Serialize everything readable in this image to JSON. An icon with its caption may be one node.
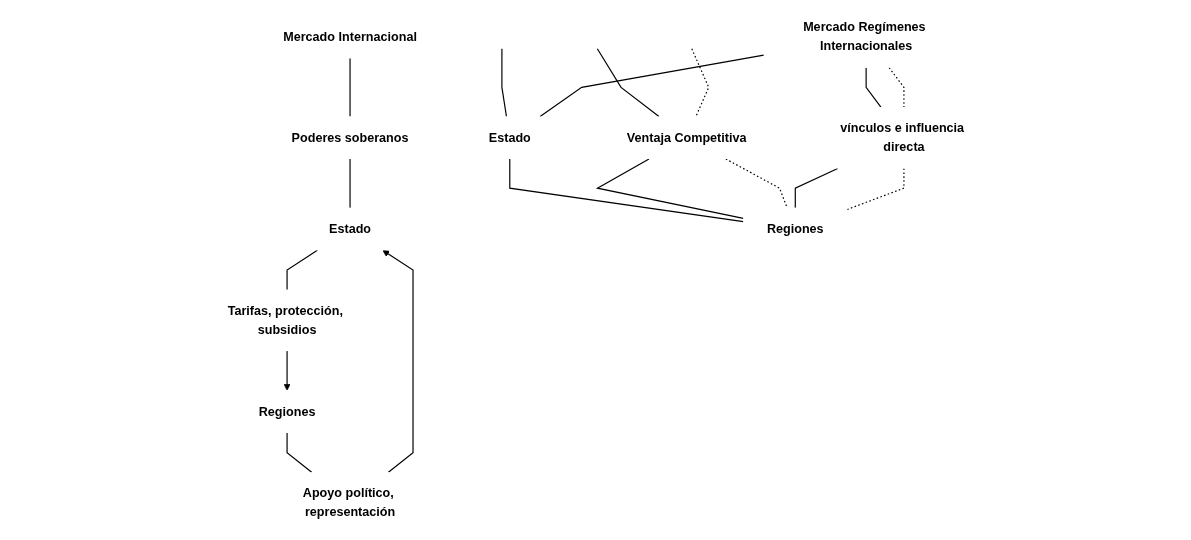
{
  "diagram": {
    "nodes": [
      {
        "text": [
          "Mercado Internacional"
        ]
      },
      {
        "text": [
          "Poderes soberanos"
        ]
      },
      {
        "text": [
          "Estado"
        ]
      },
      {
        "text": [
          "Tarifas, protección, subsidios"
        ]
      },
      {
        "text": [
          "Apoyo político, representación"
        ]
      },
      {
        "text": [
          "Regiones"
        ]
      },
      {
        "text": [
          "Mercado Regímenes Internacionales"
        ]
      },
      {
        "text": [
          "Estado"
        ]
      },
      {
        "text": [
          "Ventaja Competitiva"
        ]
      },
      {
        "text": [
          "vínculos e influencia directa"
        ]
      },
      {
        "text": [
          "Regiones"
        ]
      }
    ],
    "edges": [
      {
        "from": 0,
        "to": 1,
        "arrow": "none"
      },
      {
        "from": 1,
        "to": 2,
        "arrow": "none"
      },
      {
        "from": 2,
        "to": 3,
        "arrow": "none"
      },
      {
        "from": 3,
        "to": 5,
        "arrow": "to"
      },
      {
        "from": 5,
        "to": 4,
        "arrow": "none"
      },
      {
        "from": 4,
        "to": 2,
        "arrow": "to"
      },
      {
        "from": null,
        "to": 7,
        "arrow": "none"
      },
      {
        "from": 6,
        "to": 7,
        "arrow": "none"
      },
      {
        "from": 7,
        "to": 10,
        "arrow": "none"
      },
      {
        "from": null,
        "to": 8,
        "arrow": "none"
      },
      {
        "from": null,
        "to": 8,
        "arrow": "none",
        "style": "dashed"
      },
      {
        "from": 6,
        "to": 9,
        "arrow": "none"
      },
      {
        "from": 6,
        "to": 9,
        "arrow": "none",
        "style": "dashed"
      },
      {
        "from": 8,
        "to": 10,
        "arrow": "none"
      },
      {
        "from": 8,
        "to": 10,
        "arrow": "none",
        "style": "dashed"
      },
      {
        "from": 9,
        "to": 10,
        "arrow": "none"
      },
      {
        "from": 9,
        "to": 10,
        "arrow": "none",
        "style": "dashed"
      }
    ]
  }
}
